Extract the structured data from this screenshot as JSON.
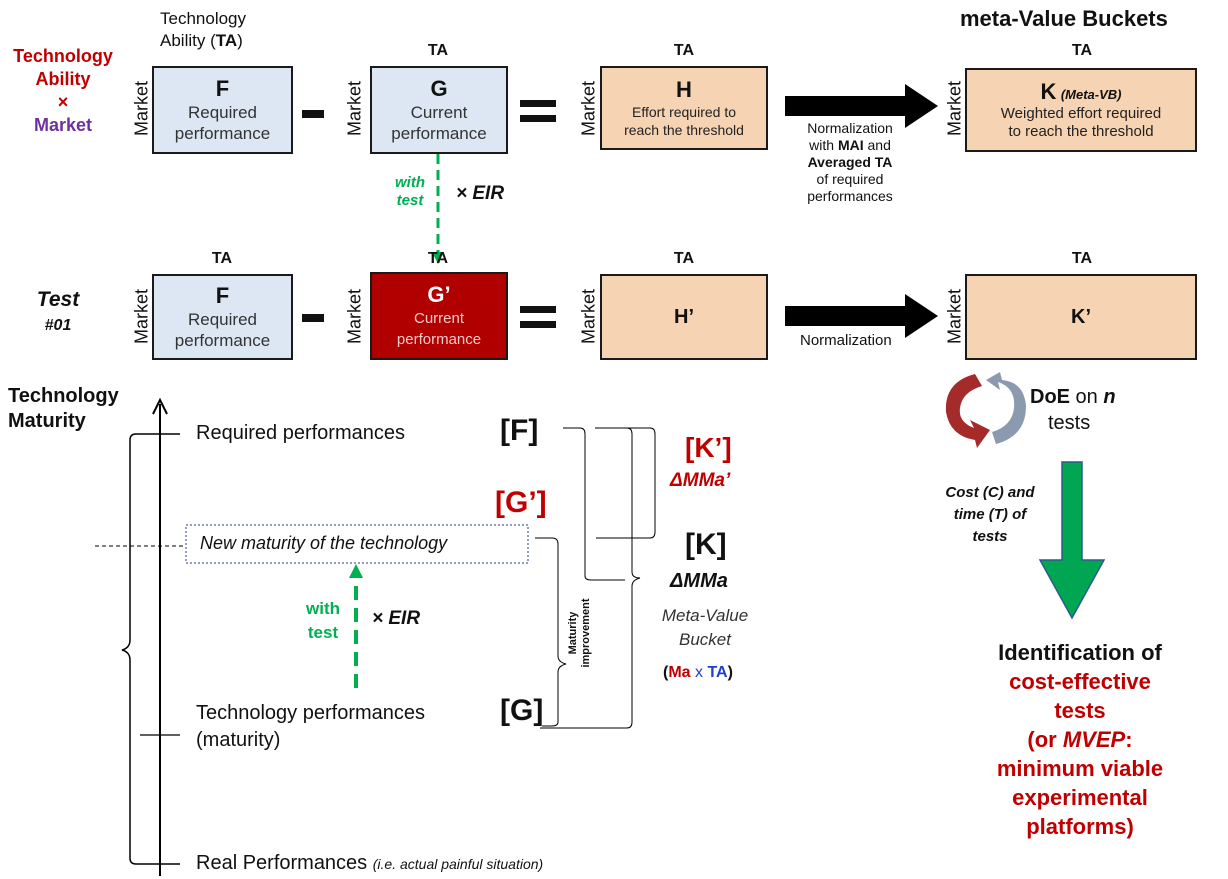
{
  "row1": {
    "left_label": {
      "line1": "Technology",
      "line2": "Ability",
      "times": "×",
      "line3": "Market"
    },
    "ta_caption": {
      "line1": "Technology",
      "line2_prefix": "Ability (",
      "line2_bold": "TA",
      "line2_suffix": ")"
    },
    "ta": "TA",
    "market": "Market",
    "box_f": {
      "letter": "F",
      "text1": "Required",
      "text2": "performance"
    },
    "box_g": {
      "letter": "G",
      "text1": "Current",
      "text2": "performance"
    },
    "box_h": {
      "letter": "H",
      "text1": "Effort required to",
      "text2": "reach the threshold"
    },
    "box_k": {
      "letter": "K",
      "letter_note": "(Meta-VB)",
      "text1": "Weighted effort required",
      "text2": "to reach the threshold"
    },
    "norm": {
      "line1": "Normalization",
      "line2_prefix": "with ",
      "line2_bold": "MAI",
      "line2_suffix": " and",
      "line3": "Averaged TA",
      "line4": "of required",
      "line5": "performances"
    },
    "bucket_title": "meta-Value Buckets"
  },
  "mid": {
    "with": "with",
    "test": "test",
    "eir": "× EIR"
  },
  "row2": {
    "left_label": {
      "line1": "Test",
      "line2": "#01"
    },
    "ta": "TA",
    "market": "Market",
    "box_f": {
      "letter": "F",
      "text1": "Required",
      "text2": "performance"
    },
    "box_g": {
      "letter": "G’",
      "text1": "Current",
      "text2": "performance"
    },
    "box_h": {
      "letter": "H’"
    },
    "box_k": {
      "letter": "K’"
    },
    "norm": "Normalization"
  },
  "bottom": {
    "axis_title": {
      "line1": "Technology",
      "line2": "Maturity"
    },
    "required": "Required performances",
    "new_maturity": "New maturity of the technology",
    "tech_perf1": "Technology performances",
    "tech_perf2": "(maturity)",
    "real_perf": "Real Performances",
    "real_note": "(i.e. actual painful situation)",
    "f_bracket": "[F]",
    "g_prime_bracket": "[G’]",
    "g_bracket": "[G]",
    "k_prime": "[K’]",
    "dmma_prime": "ΔMMa’",
    "k": "[K]",
    "dmma": "ΔMMa",
    "mvb1": "Meta-Value",
    "mvb2": "Bucket",
    "ma": "Ma",
    "x": "x",
    "ta": "TA",
    "maturity_improvement": {
      "line1": "Maturity",
      "line2": "improvement"
    },
    "with": "with",
    "test": "test",
    "eir": "× EIR"
  },
  "right": {
    "doe_prefix": "DoE",
    "doe_on": " on ",
    "doe_n": "n",
    "doe_tests": "tests",
    "cost1": "Cost (C) and",
    "cost2": "time (T) of",
    "cost3": "tests",
    "ident1": "Identification of",
    "ident2": "cost-effective",
    "ident3": "tests",
    "ident4_prefix": "(or ",
    "ident4_em": "MVEP",
    "ident4_suffix": ":",
    "ident5": "minimum viable",
    "ident6": "experimental",
    "ident7": "platforms)"
  },
  "colors": {
    "red": "#c00000",
    "purple": "#7030a0",
    "green": "#00b050",
    "blue": "#1f3fd0",
    "box_blue": "#dce7f3",
    "box_peach": "#f6d3b2",
    "box_red": "#b00000"
  }
}
